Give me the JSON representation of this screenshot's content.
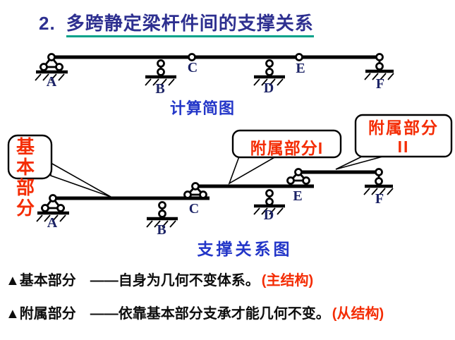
{
  "title": {
    "number": "2.",
    "text": "多跨静定梁杆件间的支撑关系"
  },
  "diagram1": {
    "caption": "计算简图",
    "labels": [
      "A",
      "B",
      "C",
      "D",
      "E",
      "F"
    ]
  },
  "diagram2": {
    "caption": "支撑关系图",
    "labels": [
      "A",
      "B",
      "C",
      "D",
      "E",
      "F"
    ],
    "callout_basic": "基本部分",
    "callout_attached1": "附属部分I",
    "callout_attached2_line1": "附属部分",
    "callout_attached2_line2": "II"
  },
  "notes": [
    {
      "black": "▲基本部分　——自身为几何不变体系。",
      "red": "(主结构)"
    },
    {
      "black": "▲附属部分　——依靠基本部分支承才能几何不变。",
      "red": "(从结构)"
    }
  ],
  "colors": {
    "title_navy": "#2e3090",
    "underline_teal": "#00a189",
    "caption_blue": "#2336c8",
    "label_navy": "#1c2366",
    "highlight_red": "#f42c04",
    "diagram_black": "#000000",
    "background": "#ffffff"
  }
}
